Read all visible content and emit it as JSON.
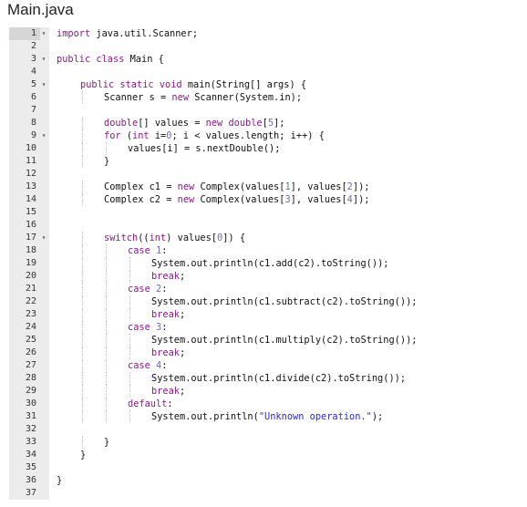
{
  "file_title": "Main.java",
  "fold_icon": "chevron-down-icon",
  "lines": [
    {
      "n": "1",
      "fold": true,
      "text": "import java.util.Scanner;",
      "indent": 0
    },
    {
      "n": "2",
      "fold": false,
      "text": "",
      "indent": 0
    },
    {
      "n": "3",
      "fold": true,
      "text": "public class Main {",
      "indent": 0
    },
    {
      "n": "4",
      "fold": false,
      "text": "",
      "indent": 0
    },
    {
      "n": "5",
      "fold": true,
      "text": "public static void main(String[] args) {",
      "indent": 1
    },
    {
      "n": "6",
      "fold": false,
      "text": "Scanner s = new Scanner(System.in);",
      "indent": 2
    },
    {
      "n": "7",
      "fold": false,
      "text": "",
      "indent": 0
    },
    {
      "n": "8",
      "fold": false,
      "text": "double[] values = new double[5];",
      "indent": 2
    },
    {
      "n": "9",
      "fold": true,
      "text": "for (int i=0; i < values.length; i++) {",
      "indent": 2
    },
    {
      "n": "10",
      "fold": false,
      "text": "values[i] = s.nextDouble();",
      "indent": 3
    },
    {
      "n": "11",
      "fold": false,
      "text": "}",
      "indent": 2
    },
    {
      "n": "12",
      "fold": false,
      "text": "",
      "indent": 0
    },
    {
      "n": "13",
      "fold": false,
      "text": "Complex c1 = new Complex(values[1], values[2]);",
      "indent": 2
    },
    {
      "n": "14",
      "fold": false,
      "text": "Complex c2 = new Complex(values[3], values[4]);",
      "indent": 2
    },
    {
      "n": "15",
      "fold": false,
      "text": "",
      "indent": 0
    },
    {
      "n": "16",
      "fold": false,
      "text": "",
      "indent": 0
    },
    {
      "n": "17",
      "fold": true,
      "text": "switch((int) values[0]) {",
      "indent": 2
    },
    {
      "n": "18",
      "fold": false,
      "text": "case 1:",
      "indent": 3
    },
    {
      "n": "19",
      "fold": false,
      "text": "System.out.println(c1.add(c2).toString());",
      "indent": 4
    },
    {
      "n": "20",
      "fold": false,
      "text": "break;",
      "indent": 4
    },
    {
      "n": "21",
      "fold": false,
      "text": "case 2:",
      "indent": 3
    },
    {
      "n": "22",
      "fold": false,
      "text": "System.out.println(c1.subtract(c2).toString());",
      "indent": 4
    },
    {
      "n": "23",
      "fold": false,
      "text": "break;",
      "indent": 4
    },
    {
      "n": "24",
      "fold": false,
      "text": "case 3:",
      "indent": 3
    },
    {
      "n": "25",
      "fold": false,
      "text": "System.out.println(c1.multiply(c2).toString());",
      "indent": 4
    },
    {
      "n": "26",
      "fold": false,
      "text": "break;",
      "indent": 4
    },
    {
      "n": "27",
      "fold": false,
      "text": "case 4:",
      "indent": 3
    },
    {
      "n": "28",
      "fold": false,
      "text": "System.out.println(c1.divide(c2).toString());",
      "indent": 4
    },
    {
      "n": "29",
      "fold": false,
      "text": "break;",
      "indent": 4
    },
    {
      "n": "30",
      "fold": false,
      "text": "default:",
      "indent": 3
    },
    {
      "n": "31",
      "fold": false,
      "text": "System.out.println(\"Unknown operation.\");",
      "indent": 4
    },
    {
      "n": "32",
      "fold": false,
      "text": "",
      "indent": 0
    },
    {
      "n": "33",
      "fold": false,
      "text": "}",
      "indent": 2
    },
    {
      "n": "34",
      "fold": false,
      "text": "}",
      "indent": 1
    },
    {
      "n": "35",
      "fold": false,
      "text": "",
      "indent": 0
    },
    {
      "n": "36",
      "fold": false,
      "text": "}",
      "indent": 0
    },
    {
      "n": "37",
      "fold": false,
      "text": "",
      "indent": 0
    }
  ],
  "colors": {
    "keyword": "#8b1a8b",
    "number": "#6a6acd",
    "string": "#2a2ad0",
    "gutter": "#ececec"
  }
}
